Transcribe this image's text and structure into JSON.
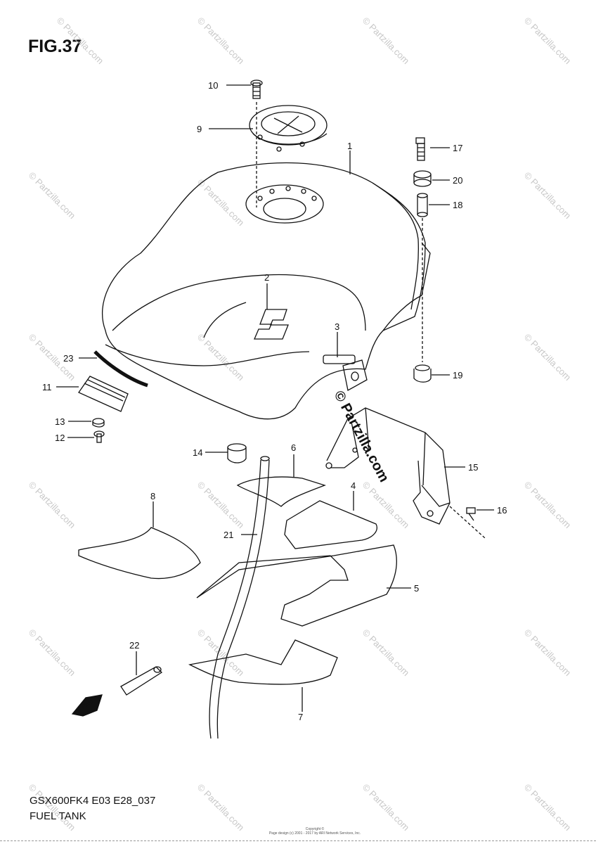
{
  "figure": {
    "title": "FIG.37"
  },
  "footer": {
    "model_code": "GSX600FK4 E03 E28_037",
    "section_name": "FUEL TANK"
  },
  "brand_watermark": "© Partzilla.com",
  "background_watermark_text": "© Partzilla.com",
  "copyright_line_1": "Copyright ©",
  "copyright_line_2": "Page design (c) 2001 - 2017 by ARI Network Services, Inc.",
  "fwd_label": "FWD",
  "callouts": {
    "c1": "1",
    "c2": "2",
    "c3": "3",
    "c4": "4",
    "c5": "5",
    "c6": "6",
    "c7": "7",
    "c8": "8",
    "c9": "9",
    "c10": "10",
    "c11": "11",
    "c12": "12",
    "c13": "13",
    "c14": "14",
    "c15": "15",
    "c16": "16",
    "c17": "17",
    "c18": "18",
    "c19": "19",
    "c20": "20",
    "c21": "21",
    "c22": "22",
    "c23": "23"
  }
}
